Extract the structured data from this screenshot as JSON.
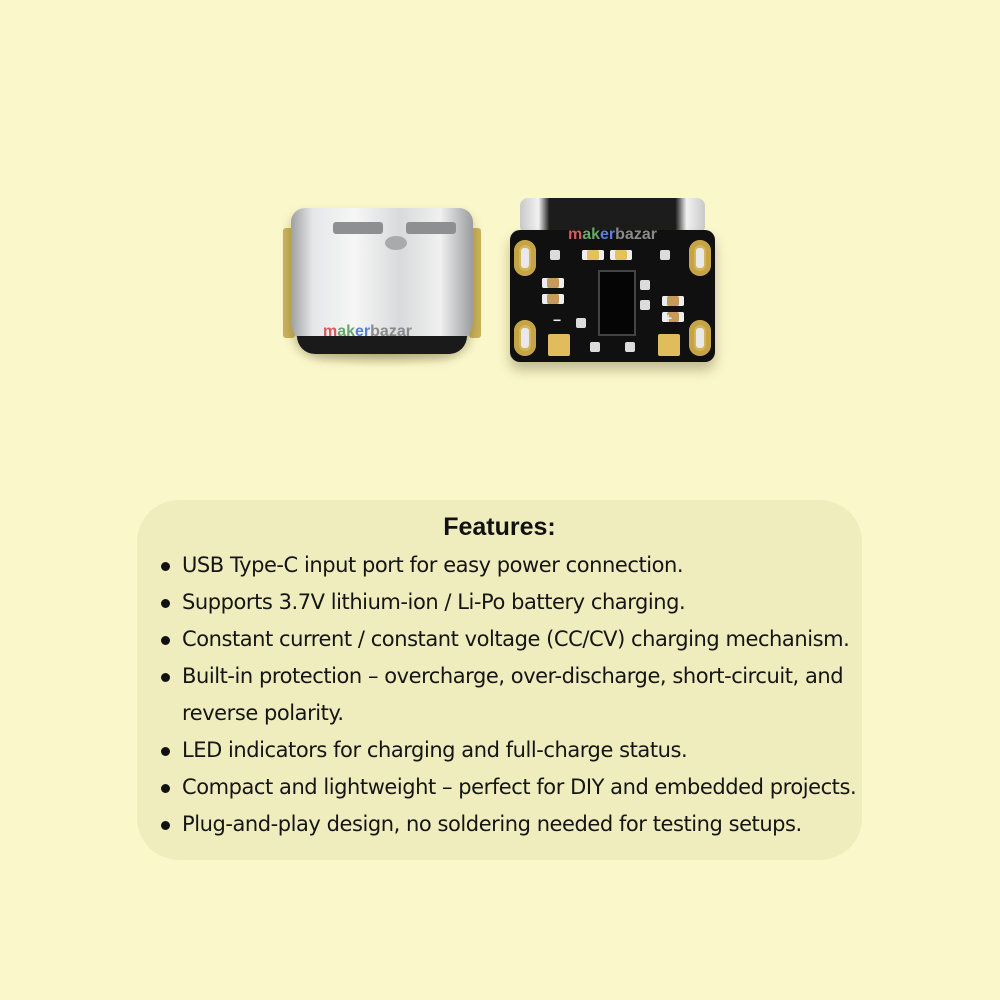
{
  "product": {
    "watermark_parts": [
      "m",
      "ak",
      "er",
      "bazar"
    ],
    "pcb_signs": {
      "minus": "−",
      "plus": "+"
    }
  },
  "features": {
    "title": "Features:",
    "items": [
      {
        "lines": [
          "USB Type-C input port for easy power connection."
        ]
      },
      {
        "lines": [
          "Supports 3.7V lithium-ion / Li-Po battery charging."
        ]
      },
      {
        "lines": [
          "Constant current / constant voltage (CC/CV) charging mechanism."
        ]
      },
      {
        "lines": [
          "Built-in protection – overcharge, over-discharge, short-circuit, and",
          "reverse polarity."
        ]
      },
      {
        "lines": [
          "LED indicators for charging and full-charge status."
        ]
      },
      {
        "lines": [
          "Compact and lightweight – perfect for DIY and embedded projects."
        ]
      },
      {
        "lines": [
          "Plug-and-play design, no soldering needed for testing setups."
        ]
      }
    ]
  },
  "colors": {
    "background": "#faf7cb",
    "panel": "#efecbd",
    "text": "#151515"
  }
}
